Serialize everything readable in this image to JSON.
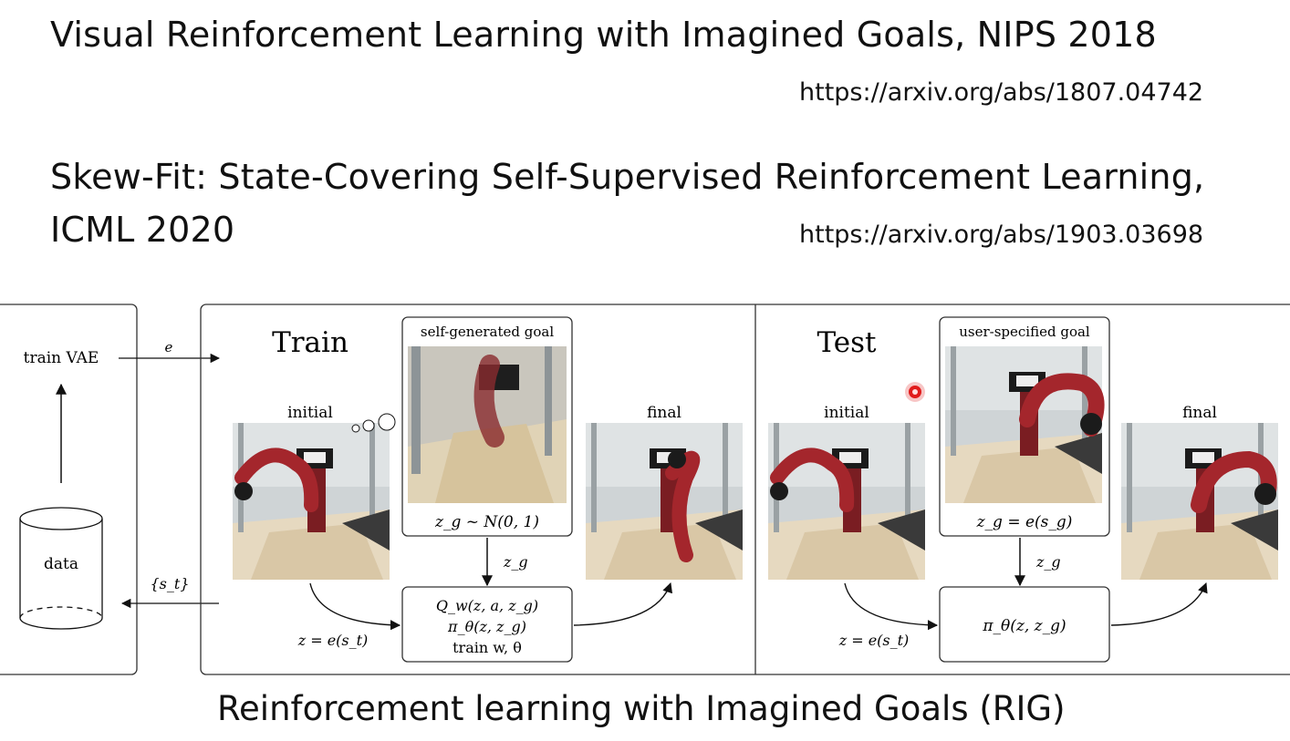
{
  "slide": {
    "paper1_title": "Visual Reinforcement Learning with Imagined Goals, NIPS 2018",
    "paper1_url": "https://arxiv.org/abs/1807.04742",
    "paper2_title_line1": "Skew-Fit: State-Covering Self-Supervised Reinforcement Learning,",
    "paper2_title_line2": "ICML 2020",
    "paper2_url": "https://arxiv.org/abs/1903.03698",
    "caption": "Reinforcement learning with Imagined Goals (RIG)"
  },
  "diagram": {
    "left_panel": {
      "train_vae": "train VAE",
      "data": "data",
      "e_label": "e",
      "st_label": "{s_t}"
    },
    "train": {
      "title": "Train",
      "goal_box_title": "self-generated goal",
      "goal_formula": "z_g ~ N(0, 1)",
      "initial": "initial",
      "final": "final",
      "zg_label": "z_g",
      "z_label": "z = e(s_t)",
      "policy_q": "Q_w(z, a, z_g)",
      "policy_pi": "π_θ(z, z_g)",
      "policy_train": "train w, θ"
    },
    "test": {
      "title": "Test",
      "goal_box_title": "user-specified goal",
      "goal_formula": "z_g = e(s_g)",
      "initial": "initial",
      "final": "final",
      "zg_label": "z_g",
      "z_label": "z = e(s_t)",
      "policy_pi": "π_θ(z, z_g)"
    },
    "colors": {
      "robot_red": "#a4262c",
      "cursor_red": "#e11b1b"
    }
  }
}
